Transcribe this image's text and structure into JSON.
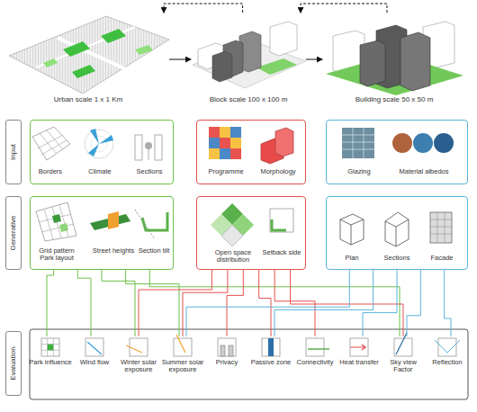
{
  "diagram": {
    "nodes": [
      {
        "text": [
          "Urban scale 1 x 1 Km"
        ]
      },
      {
        "text": [
          "Block scale 100 x 100 m"
        ]
      },
      {
        "text": [
          "Building scale 50 x 50 m"
        ]
      },
      {
        "text": [
          "Input"
        ]
      },
      {
        "text": [
          "Borders",
          "Climate",
          "Sections"
        ]
      },
      {
        "text": [
          "Programme",
          "Morphology"
        ]
      },
      {
        "text": [
          "Glazing",
          "Material albedos"
        ]
      },
      {
        "text": [
          "Generative"
        ]
      },
      {
        "text": [
          "Grid pattern Park layout",
          "Street heights",
          "Section tilt"
        ]
      },
      {
        "text": [
          "Open space distribution",
          "Setback side"
        ]
      },
      {
        "text": [
          "Plan",
          "Sections",
          "Facade"
        ]
      },
      {
        "text": [
          "Evaluation"
        ]
      },
      {
        "text": [
          "Park influence"
        ]
      },
      {
        "text": [
          "Wind flow"
        ]
      },
      {
        "text": [
          "Winter solar exposure"
        ]
      },
      {
        "text": [
          "Summer solar exposure"
        ]
      },
      {
        "text": [
          "Privacy"
        ]
      },
      {
        "text": [
          "Passive zone"
        ]
      },
      {
        "text": [
          "Connectivity"
        ]
      },
      {
        "text": [
          "Heat transfer"
        ]
      },
      {
        "text": [
          "Sky view Factor"
        ]
      },
      {
        "text": [
          "Reflection"
        ]
      }
    ],
    "edges": [
      {
        "from": 0,
        "to": 1,
        "arrow": "to"
      },
      {
        "from": 1,
        "to": 2,
        "arrow": "to"
      },
      {
        "from": 1,
        "to": 0,
        "arrow": "to"
      },
      {
        "from": 2,
        "to": 1,
        "arrow": "to"
      },
      {
        "from": 8,
        "to": 12,
        "arrow": "none"
      },
      {
        "from": 8,
        "to": 13,
        "arrow": "none"
      },
      {
        "from": 8,
        "to": 14,
        "arrow": "none"
      },
      {
        "from": 8,
        "to": 15,
        "arrow": "none"
      },
      {
        "from": 8,
        "to": 20,
        "arrow": "none"
      },
      {
        "from": 9,
        "to": 14,
        "arrow": "none"
      },
      {
        "from": 9,
        "to": 15,
        "arrow": "none"
      },
      {
        "from": 9,
        "to": 16,
        "arrow": "none"
      },
      {
        "from": 9,
        "to": 17,
        "arrow": "none"
      },
      {
        "from": 9,
        "to": 18,
        "arrow": "none"
      },
      {
        "from": 9,
        "to": 20,
        "arrow": "none"
      },
      {
        "from": 10,
        "to": 15,
        "arrow": "none"
      },
      {
        "from": 10,
        "to": 17,
        "arrow": "none"
      },
      {
        "from": 10,
        "to": 19,
        "arrow": "none"
      },
      {
        "from": 10,
        "to": 20,
        "arrow": "none"
      },
      {
        "from": 10,
        "to": 21,
        "arrow": "none"
      }
    ]
  }
}
